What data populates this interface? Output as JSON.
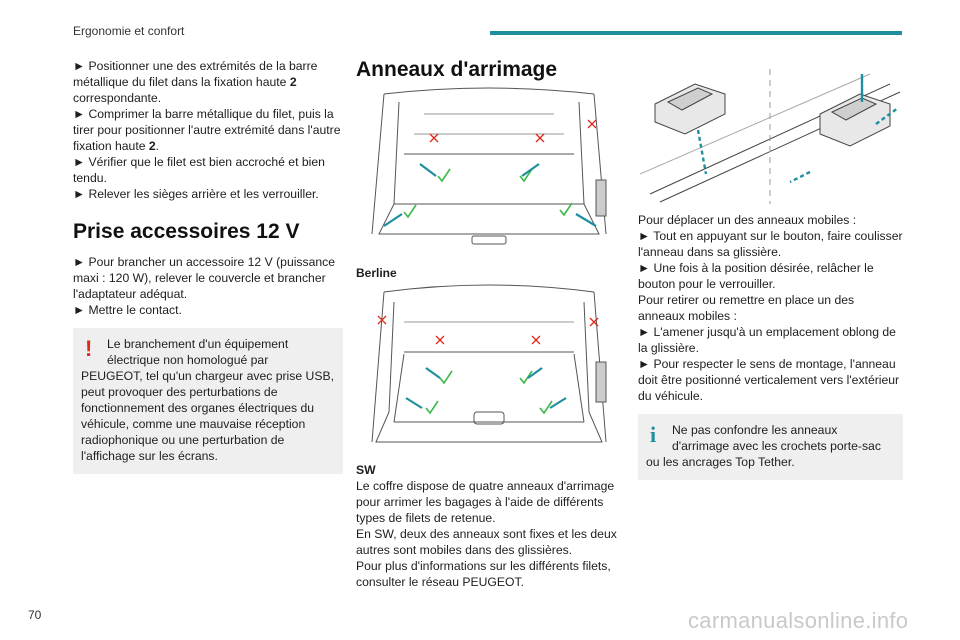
{
  "header": {
    "section": "Ergonomie et confort",
    "accent_color": "#1f8fa0"
  },
  "col1": {
    "intro": [
      "► Positionner une des extrémités de la barre métallique du filet dans la fixation haute ",
      "2",
      " correspondante.",
      "► Comprimer la barre métallique du filet, puis la tirer pour positionner l'autre extrémité dans l'autre fixation haute ",
      "2",
      ".",
      "► Vérifier que le filet est bien accroché et bien tendu.",
      "► Relever les sièges arrière et les verrouiller."
    ],
    "heading": "Prise accessoires 12 V",
    "steps": [
      "► Pour brancher un accessoire 12 V (puissance maxi : 120 W), relever le couvercle et brancher l'adaptateur adéquat.",
      "► Mettre le contact."
    ],
    "warning": {
      "icon": "!",
      "first": "Le branchement d'un équipement électrique non homologué par",
      "rest": "PEUGEOT, tel qu'un chargeur avec prise USB, peut provoquer des perturbations de fonctionnement des organes électriques du véhicule, comme une mauvaise réception radiophonique ou une perturbation de l'affichage sur les écrans."
    }
  },
  "col2": {
    "heading": "Anneaux d'arrimage",
    "caption_berline": "Berline",
    "caption_sw": "SW",
    "body": [
      "Le coffre dispose de quatre anneaux d'arrimage pour arrimer les bagages à l'aide de différents types de filets de retenue.",
      "En SW, deux des anneaux sont fixes et les deux autres sont mobiles dans des glissières.",
      "Pour plus d'informations sur les différents filets, consulter le réseau PEUGEOT."
    ]
  },
  "col3": {
    "body": [
      "Pour déplacer un des anneaux mobiles :",
      "► Tout en appuyant sur le bouton, faire coulisser l'anneau dans sa glissière.",
      "► Une fois à la position désirée, relâcher le bouton pour le verrouiller.",
      "Pour retirer ou remettre en place un des anneaux mobiles :",
      "► L'amener jusqu'à un emplacement oblong de la glissière.",
      "► Pour respecter le sens de montage, l'anneau doit être positionné verticalement vers l'extérieur du véhicule."
    ],
    "info": {
      "icon": "i",
      "first": "Ne pas confondre les anneaux d'arrimage avec les crochets porte-sac",
      "rest": "ou les ancrages Top Tether."
    }
  },
  "footer": {
    "page_number": "70",
    "watermark": "carmanualsonline.info"
  },
  "colors": {
    "warning": "#e0271c",
    "info": "#1f8fa0",
    "check": "#3db84a",
    "cross": "#e0271c",
    "arrow": "#1f8fa0"
  }
}
